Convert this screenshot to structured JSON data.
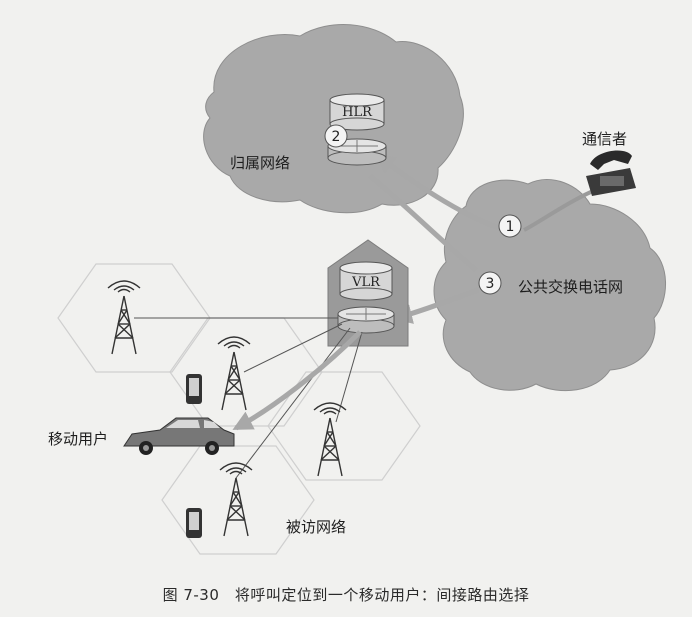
{
  "labels": {
    "home_network": "归属网络",
    "correspondent": "通信者",
    "pstn": "公共交换电话网",
    "mobile_user": "移动用户",
    "visited_network": "被访网络",
    "hlr": "HLR",
    "vlr": "VLR"
  },
  "steps": [
    "1",
    "2",
    "3"
  ],
  "caption": "图 7-30　将呼叫定位到一个移动用户：间接路由选择"
}
